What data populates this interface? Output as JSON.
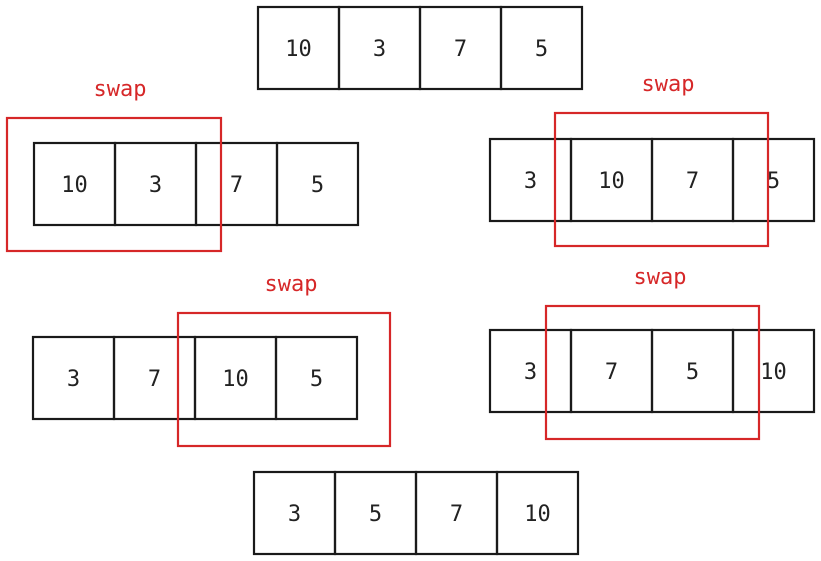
{
  "colors": {
    "box_stroke": "#1a1a1a",
    "highlight": "#d62728",
    "text": "#222222"
  },
  "swap_label": "swap",
  "arrays": [
    {
      "id": "row-initial",
      "values": [
        "10",
        "3",
        "7",
        "5"
      ],
      "highlight": null
    },
    {
      "id": "row-step1",
      "values": [
        "10",
        "3",
        "7",
        "5"
      ],
      "highlight": [
        0,
        1
      ]
    },
    {
      "id": "row-step2",
      "values": [
        "3",
        "10",
        "7",
        "5"
      ],
      "highlight": [
        1,
        2
      ]
    },
    {
      "id": "row-step3",
      "values": [
        "3",
        "7",
        "10",
        "5"
      ],
      "highlight": [
        2,
        3
      ]
    },
    {
      "id": "row-step4",
      "values": [
        "3",
        "7",
        "5",
        "10"
      ],
      "highlight": [
        1,
        2
      ]
    },
    {
      "id": "row-final",
      "values": [
        "3",
        "5",
        "7",
        "10"
      ],
      "highlight": null
    }
  ]
}
